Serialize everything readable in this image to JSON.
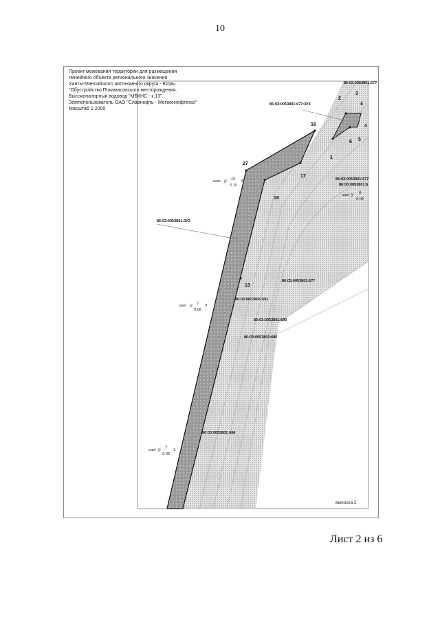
{
  "page_number": "10",
  "title_block": {
    "lines": [
      "Проект межевания территории для размещения",
      "линейного объекта регионального значения",
      "Ханты-Мансийского автономного округа - Югры",
      "\"Обустройство Покамасовского месторождения.",
      "Высоконапорный водовод \"МБКНС - к.13\"."
    ],
    "land_user": "Землепользователь ОАО \"Славнефть - Мегионнефтегаз\"",
    "scale": "Масштаб 1:2000"
  },
  "map": {
    "parcel_labels": {
      "zu4": "86:03:0053801:677:ЗУ4",
      "zu3": "86:03:0053801:ЗУ3",
      "p677_top": "86:03:0053801:677",
      "p677_mid": "86:03:0053801:677",
      "p6_mid": "86:03:0053801:6",
      "p677_center": "86:03:0053801:677",
      "p691": "86:03:0053801:691",
      "p690": "86:03:0053801:690",
      "p680": "86:03:0053801:680",
      "p684": "86:03:0053801:684"
    },
    "points": {
      "p27": "27",
      "p16": "16",
      "p17": "17",
      "p18": "18",
      "p13": "13",
      "p1": "1",
      "p2": "2",
      "p3": "3",
      "p4a": "4",
      "p4b": "4",
      "p5": "5",
      "p6": "6"
    },
    "trees": [
      {
        "type": "шел",
        "num": "10",
        "den": "0.10",
        "count": "3"
      },
      {
        "type": "шел",
        "num": "7",
        "den": "0.08",
        "count": "3"
      },
      {
        "type": "шел",
        "num": "7",
        "den": "0.08",
        "count": "3"
      },
      {
        "type": "шел",
        "num": "8",
        "den": "0.08",
        "count": ""
      }
    ],
    "callout": "выноска 2",
    "colors": {
      "parcel_fill": "#9a9a9a",
      "hatch": "#bdbdbd",
      "line": "#111111"
    }
  },
  "sheet_label": "Лист 2 из 6"
}
